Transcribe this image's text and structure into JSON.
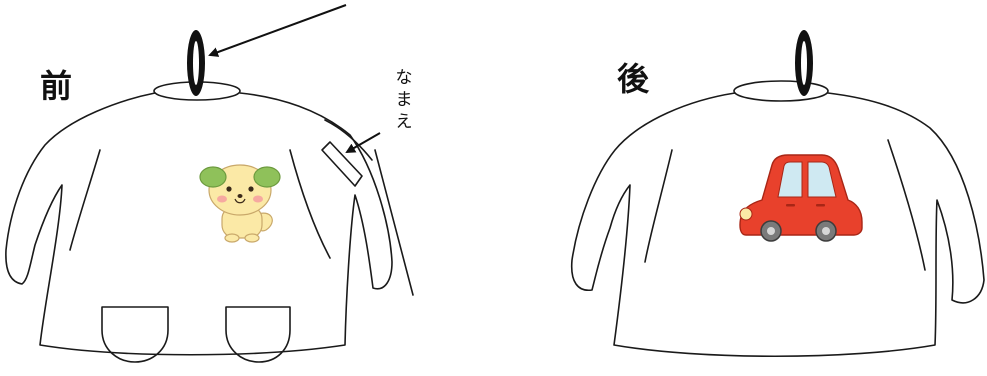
{
  "labels": {
    "front": "前",
    "back": "後",
    "name_tag": [
      "な",
      "ま",
      "え"
    ]
  },
  "icons": {
    "front_emblem": "puppy-icon",
    "back_emblem": "red-car-icon",
    "hanger_loop": "hanging-loop-icon"
  },
  "colors": {
    "outline": "#1a1a1a",
    "loop": "#111111",
    "car_body": "#e8412c",
    "puppy_body": "#fbe9a6",
    "puppy_ears": "#8fc15a"
  }
}
